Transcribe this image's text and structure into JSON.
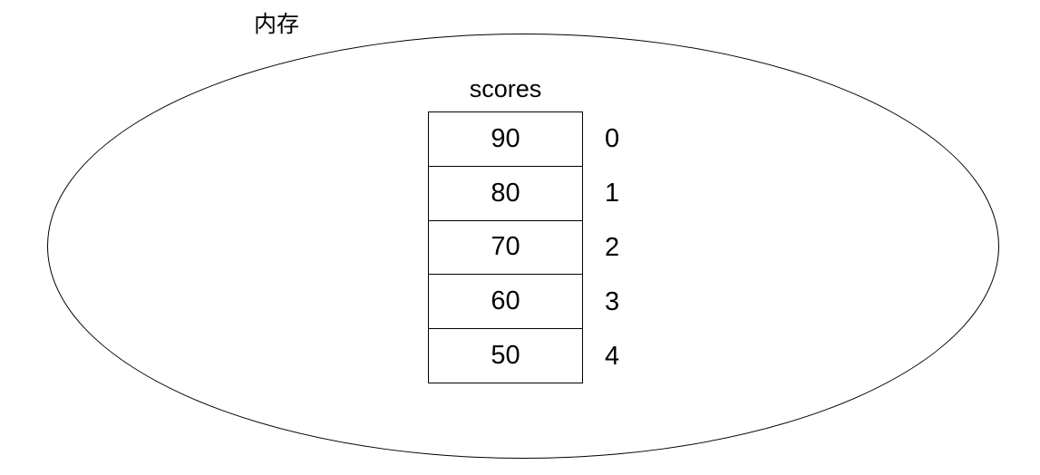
{
  "diagram": {
    "memory_label": "内存",
    "array_name": "scores",
    "cells": [
      {
        "value": "90",
        "index": "0"
      },
      {
        "value": "80",
        "index": "1"
      },
      {
        "value": "70",
        "index": "2"
      },
      {
        "value": "60",
        "index": "3"
      },
      {
        "value": "50",
        "index": "4"
      }
    ]
  }
}
